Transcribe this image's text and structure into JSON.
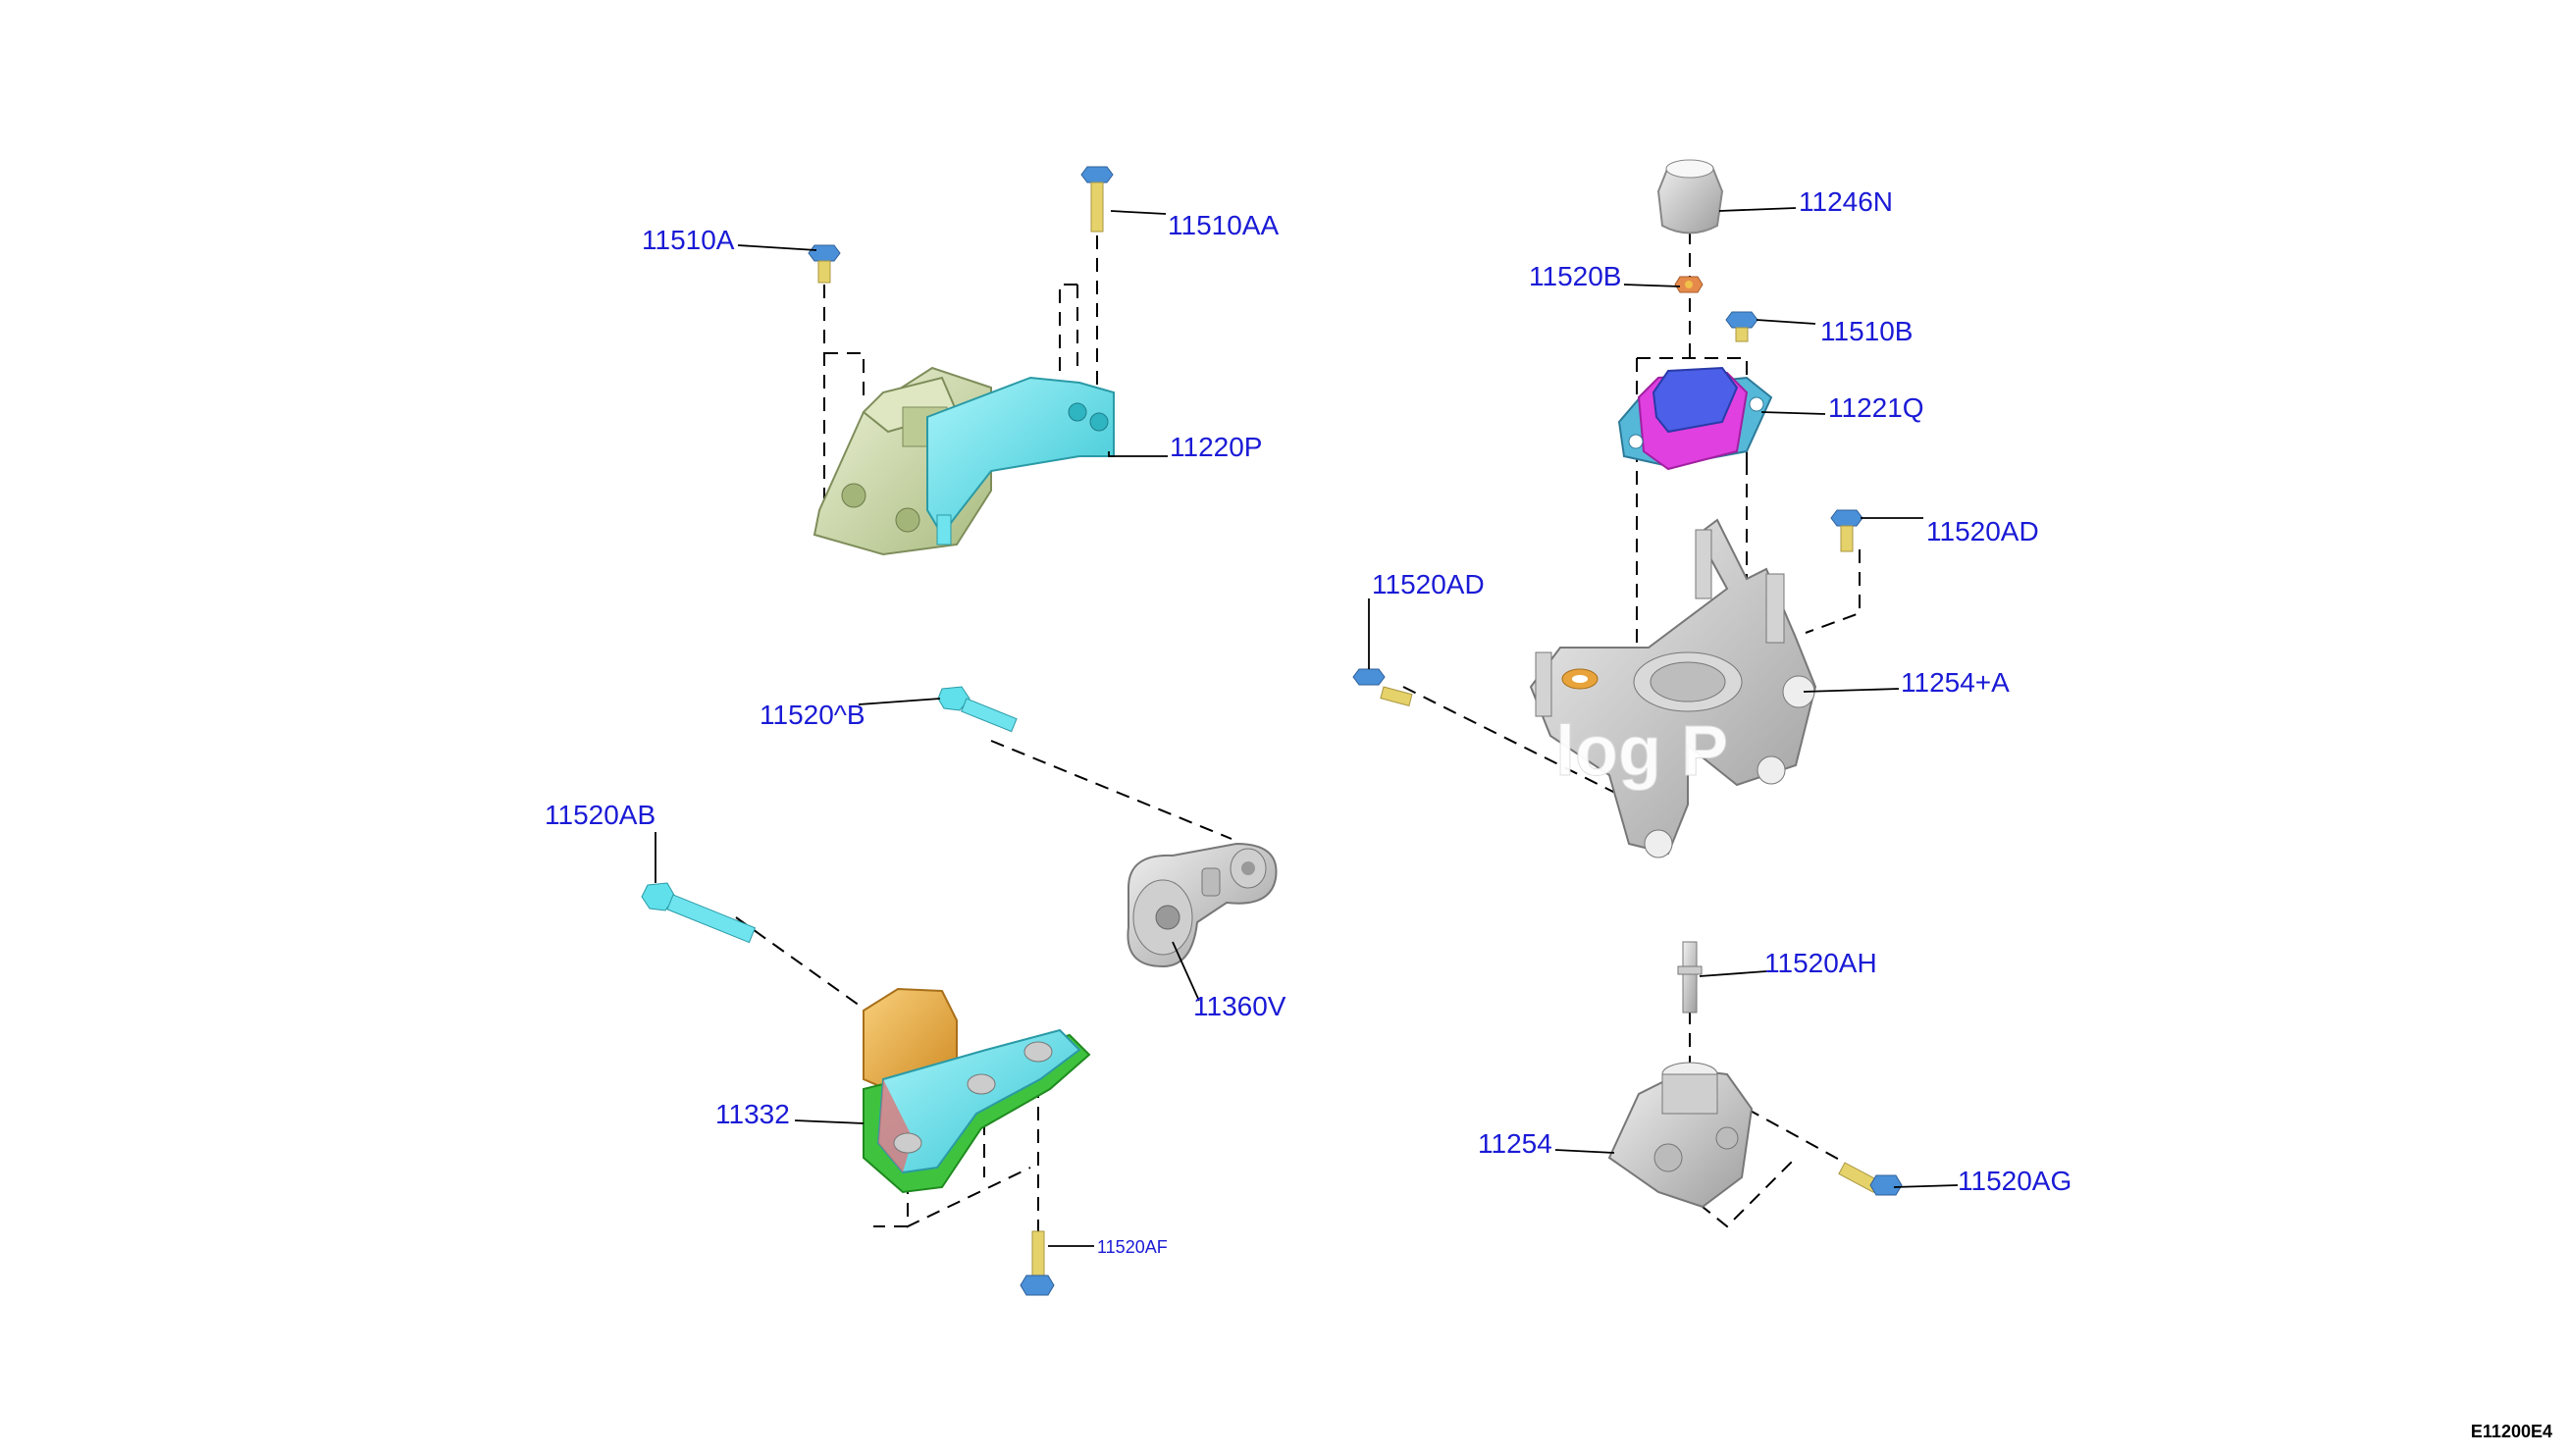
{
  "figure_id": "E11200E4",
  "watermark": "log P",
  "callouts": {
    "p11510A": "11510A",
    "p11510AA": "11510AA",
    "p11220P": "11220P",
    "p11246N": "11246N",
    "p11520B": "11520B",
    "p11510B": "11510B",
    "p11221Q": "11221Q",
    "p11520AD_right": "11520AD",
    "p11520AD_left": "11520AD",
    "p11254A": "11254+A",
    "p11520AB_upper": "11520^B",
    "p11520AB": "11520AB",
    "p11360V": "11360V",
    "p11332": "11332",
    "p11520AF": "11520AF",
    "p11520AH": "11520AH",
    "p11254": "11254",
    "p11520AG": "11520AG"
  },
  "colors": {
    "label": "#1a1ad6",
    "cyan_part": "#5fe0ea",
    "green_part": "#cfdcae",
    "blue_part": "#4b5fe8",
    "magenta_part": "#e040e0",
    "gray_part": "#c9c9c9",
    "orange_part": "#e8a43a",
    "bolt_yellow": "#e6d26a",
    "bolt_blue": "#4a90d8"
  }
}
